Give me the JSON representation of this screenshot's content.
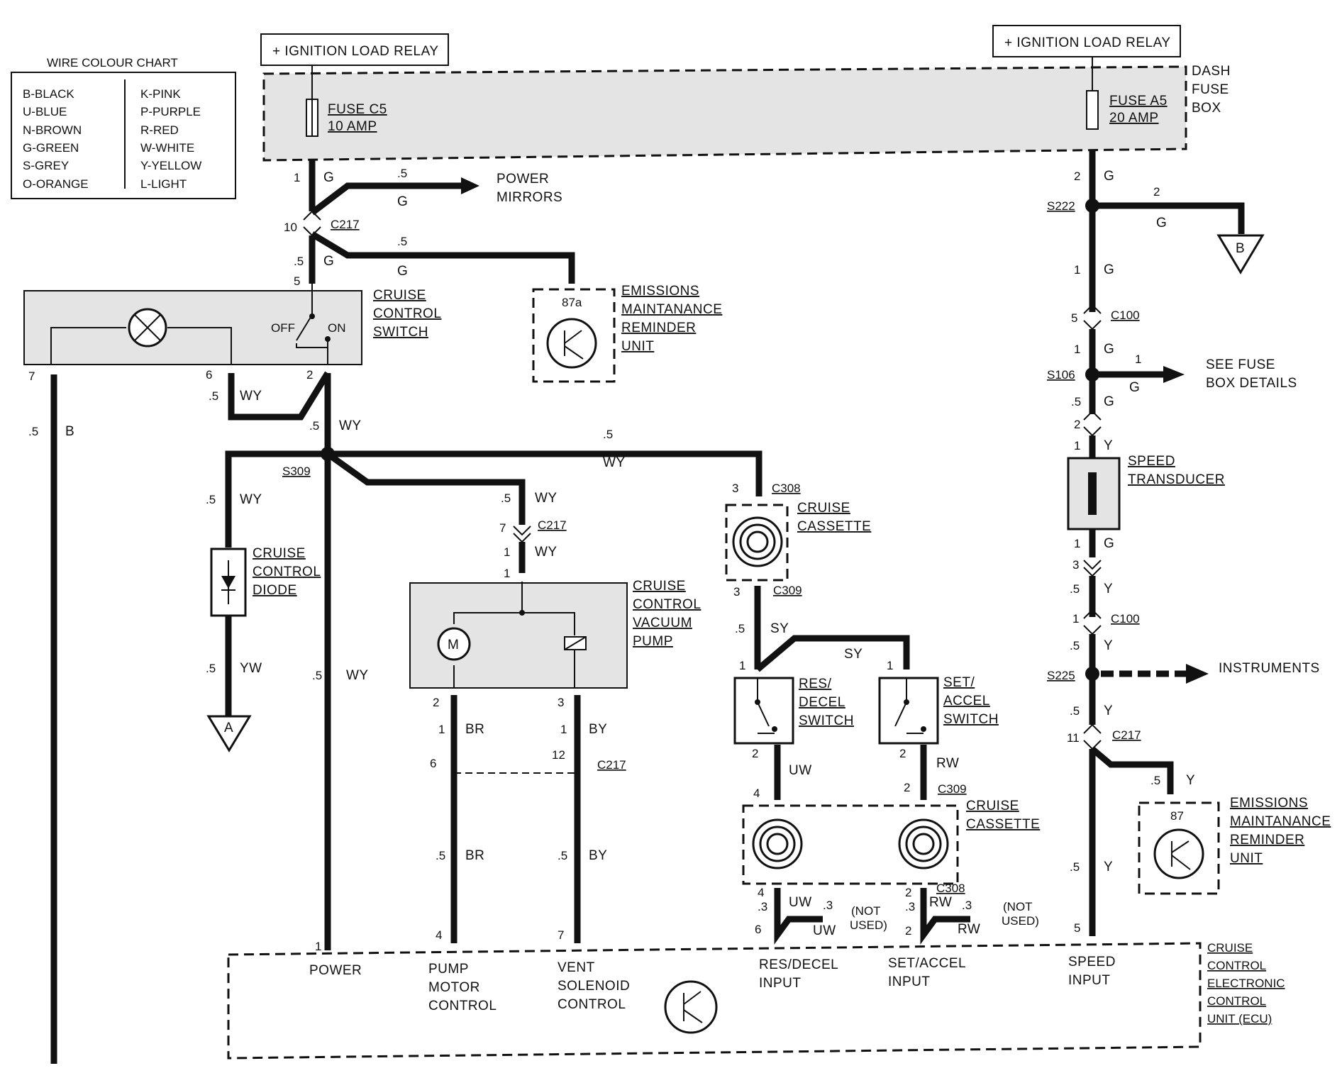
{
  "title_boxes": {
    "relay_left": "+ IGNITION LOAD RELAY",
    "relay_right": "+ IGNITION LOAD RELAY"
  },
  "wire_colour_chart": {
    "title": "WIRE COLOUR CHART",
    "left": [
      "B-BLACK",
      "U-BLUE",
      "N-BROWN",
      "G-GREEN",
      "S-GREY",
      "O-ORANGE"
    ],
    "right": [
      "K-PINK",
      "P-PURPLE",
      "R-RED",
      "W-WHITE",
      "Y-YELLOW",
      "L-LIGHT"
    ]
  },
  "dash_fuse_box": {
    "l1": "DASH",
    "l2": "FUSE",
    "l3": "BOX"
  },
  "fuse_c5": {
    "l1": "FUSE C5",
    "l2": "10 AMP"
  },
  "fuse_a5": {
    "l1": "FUSE A5",
    "l2": "20 AMP"
  },
  "power_mirrors": {
    "l1": "POWER",
    "l2": "MIRRORS"
  },
  "emissions_top": {
    "l1": "EMISSIONS",
    "l2": "MAINTANANCE",
    "l3": "REMINDER",
    "l4": "UNIT",
    "pin": "87a"
  },
  "emissions_right": {
    "l1": "EMISSIONS",
    "l2": "MAINTANANCE",
    "l3": "REMINDER",
    "l4": "UNIT",
    "pin": "87"
  },
  "cruise_switch": {
    "l1": "CRUISE",
    "l2": "CONTROL",
    "l3": "SWITCH",
    "off": "OFF",
    "on": "ON"
  },
  "cruise_diode": {
    "l1": "CRUISE",
    "l2": "CONTROL",
    "l3": "DIODE"
  },
  "vacuum_pump": {
    "l1": "CRUISE",
    "l2": "CONTROL",
    "l3": "VACUUM",
    "l4": "PUMP",
    "motor": "M"
  },
  "cassette_top": {
    "l1": "CRUISE",
    "l2": "CASSETTE"
  },
  "cassette_bottom": {
    "l1": "CRUISE",
    "l2": "CASSETTE"
  },
  "res_switch": {
    "l1": "RES/",
    "l2": "DECEL",
    "l3": "SWITCH"
  },
  "set_switch": {
    "l1": "SET/",
    "l2": "ACCEL",
    "l3": "SWITCH"
  },
  "speed_transducer": {
    "l1": "SPEED",
    "l2": "TRANSDUCER"
  },
  "see_fuse": {
    "l1": "SEE FUSE",
    "l2": "BOX DETAILS"
  },
  "instruments": "INSTRUMENTS",
  "not_used": {
    "l1": "(NOT",
    "l2": "USED)"
  },
  "grounds": {
    "a": "A",
    "b": "B"
  },
  "ecu": {
    "l1": "CRUISE",
    "l2": "CONTROL",
    "l3": "ELECTRONIC",
    "l4": "CONTROL",
    "l5": "UNIT (ECU)",
    "power": "POWER",
    "pump1": "PUMP",
    "pump2": "MOTOR",
    "pump3": "CONTROL",
    "vent1": "VENT",
    "vent2": "SOLENOID",
    "vent3": "CONTROL",
    "res1": "RES/DECEL",
    "res2": "INPUT",
    "set1": "SET/ACCEL",
    "set2": "INPUT",
    "spd1": "SPEED",
    "spd2": "INPUT"
  },
  "splices": {
    "s309": "S309",
    "s222": "S222",
    "s106": "S106",
    "s225": "S225"
  },
  "connectors": {
    "c217": "C217",
    "c100": "C100",
    "c308": "C308",
    "c309": "C309"
  },
  "wire_labels": {
    "g": "G",
    "wy": "WY",
    "b": "B",
    "yw": "YW",
    "br": "BR",
    "by": "BY",
    "sy": "SY",
    "uw": "UW",
    "rw": "RW",
    "y": "Y",
    "half": ".5",
    "third": ".3"
  },
  "pins": {
    "p1": "1",
    "p2": "2",
    "p3": "3",
    "p4": "4",
    "p5": "5",
    "p6": "6",
    "p7": "7",
    "p10": "10",
    "p11": "11",
    "p12": "12"
  }
}
